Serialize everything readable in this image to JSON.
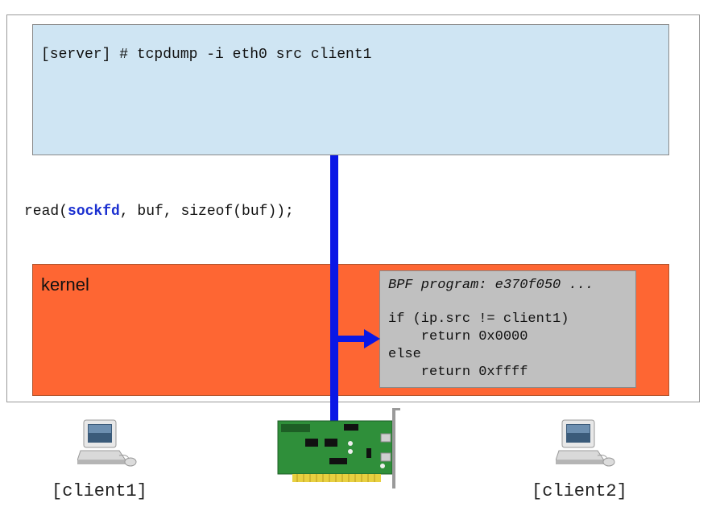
{
  "terminal": {
    "command": "[server] # tcpdump -i eth0 src client1"
  },
  "syscall": {
    "prefix": "read(",
    "fd": "sockfd",
    "suffix": ", buf, sizeof(buf));"
  },
  "kernel": {
    "label": "kernel"
  },
  "bpf": {
    "title": "BPF program: e370f050 ...",
    "lines": [
      "if (ip.src != client1)",
      "    return 0x0000",
      "else",
      "    return 0xffff"
    ]
  },
  "clients": {
    "client1": "[client1]",
    "client2": "[client2]"
  },
  "icons": {
    "client1": "computer-icon",
    "client2": "computer-icon",
    "nic": "network-card-icon"
  },
  "colors": {
    "terminal_bg": "#cfe5f3",
    "kernel_bg": "#fe6633",
    "bpf_bg": "#c0c0c0",
    "packet_path": "#0a17e6",
    "fd_highlight": "#1a2fd0"
  }
}
